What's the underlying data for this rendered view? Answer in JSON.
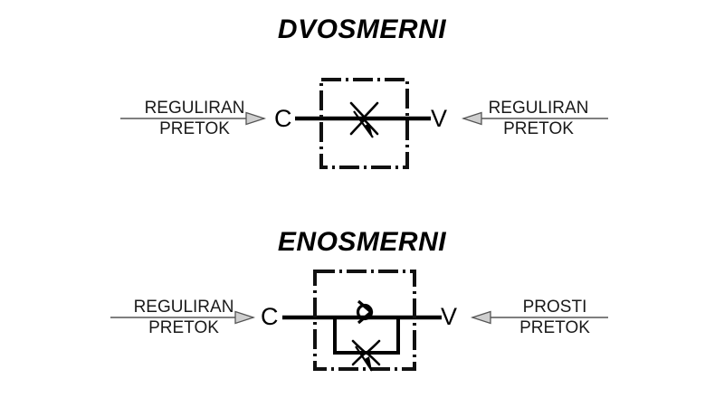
{
  "page": {
    "background_color": "#ffffff",
    "line_color": "#000000",
    "thin_line_color": "#555555",
    "arrow_fill_color": "#cccccc"
  },
  "diagrams": [
    {
      "id": "dvosmerni",
      "title": "DVOSMERNI",
      "left_label": {
        "line1": "REGULIRAN",
        "line2": "PRETOK"
      },
      "right_label": {
        "line1": "REGULIRAN",
        "line2": "PRETOK"
      },
      "left_port": "C",
      "right_port": "V",
      "symbols": [
        "throttle-adjustable"
      ]
    },
    {
      "id": "enosmerni",
      "title": "ENOSMERNI",
      "left_label": {
        "line1": "REGULIRAN",
        "line2": "PRETOK"
      },
      "right_label": {
        "line1": "PROSTI",
        "line2": "PRETOK"
      },
      "left_port": "C",
      "right_port": "V",
      "symbols": [
        "check-valve",
        "throttle-adjustable-bypass"
      ]
    }
  ]
}
